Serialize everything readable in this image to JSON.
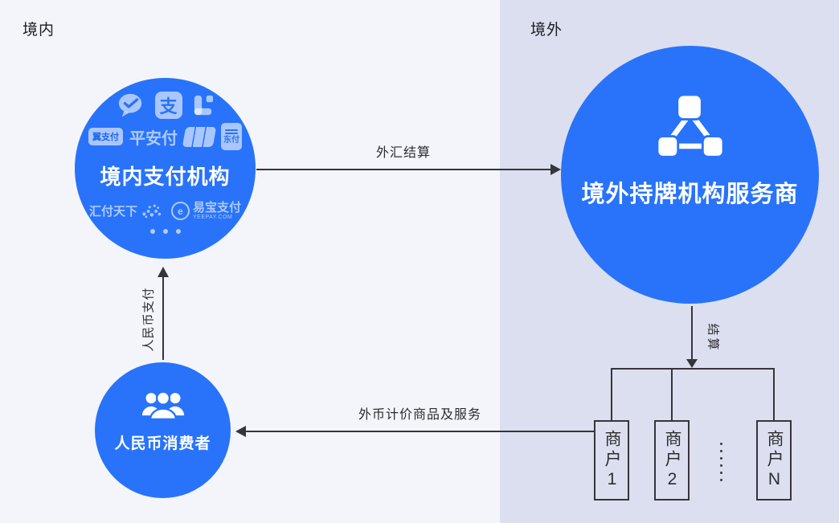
{
  "regions": {
    "domestic": "境内",
    "overseas": "境外"
  },
  "payment_institution": {
    "title": "境内支付机构",
    "logos": {
      "alipay_glyph": "支",
      "yizhifu": "翼支付",
      "pinganfu": "平安付",
      "dongfu": "东付",
      "huifu": "汇付天下",
      "yeepay_e": "e",
      "yeepay": "易宝支付",
      "yeepay_domain": "YEEPAY.COM"
    }
  },
  "overseas_provider": {
    "title": "境外持牌机构服务商"
  },
  "consumer": {
    "title": "人民币消费者"
  },
  "merchants": {
    "first": "商户1",
    "second": "商户2",
    "nth": "商户N"
  },
  "flows": {
    "fx_settlement": "外汇结算",
    "rmb_payment": "人民币支付",
    "settlement": "结算",
    "goods_services": "外币计价商品及服务"
  },
  "colors": {
    "accent_blue": "#2873FA",
    "panel_domestic": "#F4F5FA",
    "panel_overseas": "#DCDFEF",
    "line": "#35353b"
  }
}
